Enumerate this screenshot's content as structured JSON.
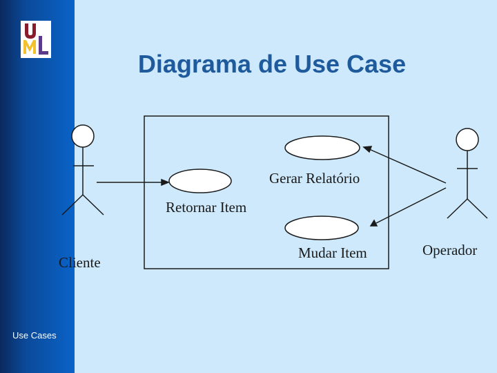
{
  "slide": {
    "title": "Diagrama de Use Case",
    "footer": "Use Cases",
    "logo_letters": "UML"
  },
  "diagram": {
    "actors": [
      {
        "id": "cliente",
        "label": "Cliente"
      },
      {
        "id": "operador",
        "label": "Operador"
      }
    ],
    "use_cases": [
      {
        "id": "gerar",
        "label": "Gerar Relatório"
      },
      {
        "id": "retornar",
        "label": "Retornar Item"
      },
      {
        "id": "mudar",
        "label": "Mudar Item"
      }
    ],
    "associations": [
      {
        "from": "cliente",
        "to": "retornar"
      },
      {
        "from": "operador",
        "to": "gerar"
      },
      {
        "from": "operador",
        "to": "mudar"
      }
    ]
  },
  "colors": {
    "background": "#cde9fb",
    "title": "#1f5b9c",
    "sidebar": "#0a4fa8",
    "line": "#1a1a1a",
    "ellipse_fill": "#ffffff"
  }
}
